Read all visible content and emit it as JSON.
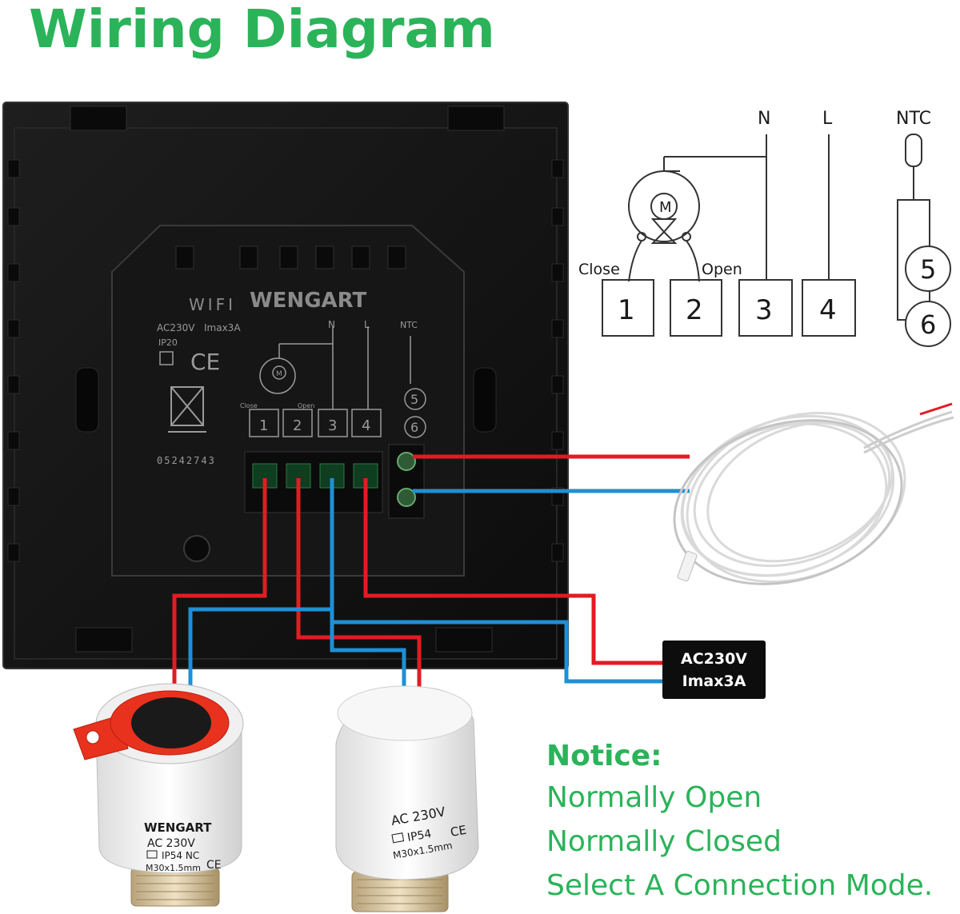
{
  "title": "Wiring Diagram",
  "thermostat": {
    "brand": "WENGART",
    "wifi": "WIFI",
    "rating_voltage": "AC230V",
    "rating_current": "Imax3A",
    "ip": "IP20",
    "ce": "CE",
    "serial": "05242743",
    "label_n": "N",
    "label_l": "L",
    "label_ntc": "NTC",
    "label_close": "Close",
    "label_open": "Open",
    "terminals": [
      "1",
      "2",
      "3",
      "4"
    ],
    "ntc_terminals": [
      "5",
      "6"
    ]
  },
  "schematic": {
    "label_n": "N",
    "label_l": "L",
    "label_ntc": "NTC",
    "label_close": "Close",
    "label_open": "Open",
    "motor": "M",
    "terminals": [
      "1",
      "2",
      "3",
      "4"
    ],
    "ntc_terminals": [
      "5",
      "6"
    ]
  },
  "power_box": {
    "line1": "AC230V",
    "line2": "Imax3A"
  },
  "actuator_nc": {
    "brand": "WENGART",
    "voltage": "AC 230V",
    "rating": "IP54 NC",
    "thread": "M30x1.5mm",
    "ce": "CE"
  },
  "actuator_no": {
    "voltage": "AC 230V",
    "rating": "IP54",
    "thread": "M30x1.5mm",
    "ce": "CE"
  },
  "notice": {
    "heading": "Notice:",
    "lines": [
      "Normally Open",
      "Normally Closed",
      "Select A Connection Mode."
    ]
  },
  "colors": {
    "title_green": "#2bb35a",
    "wire_red": "#e31b23",
    "wire_blue": "#1e90d6",
    "panel_black": "#141414"
  }
}
